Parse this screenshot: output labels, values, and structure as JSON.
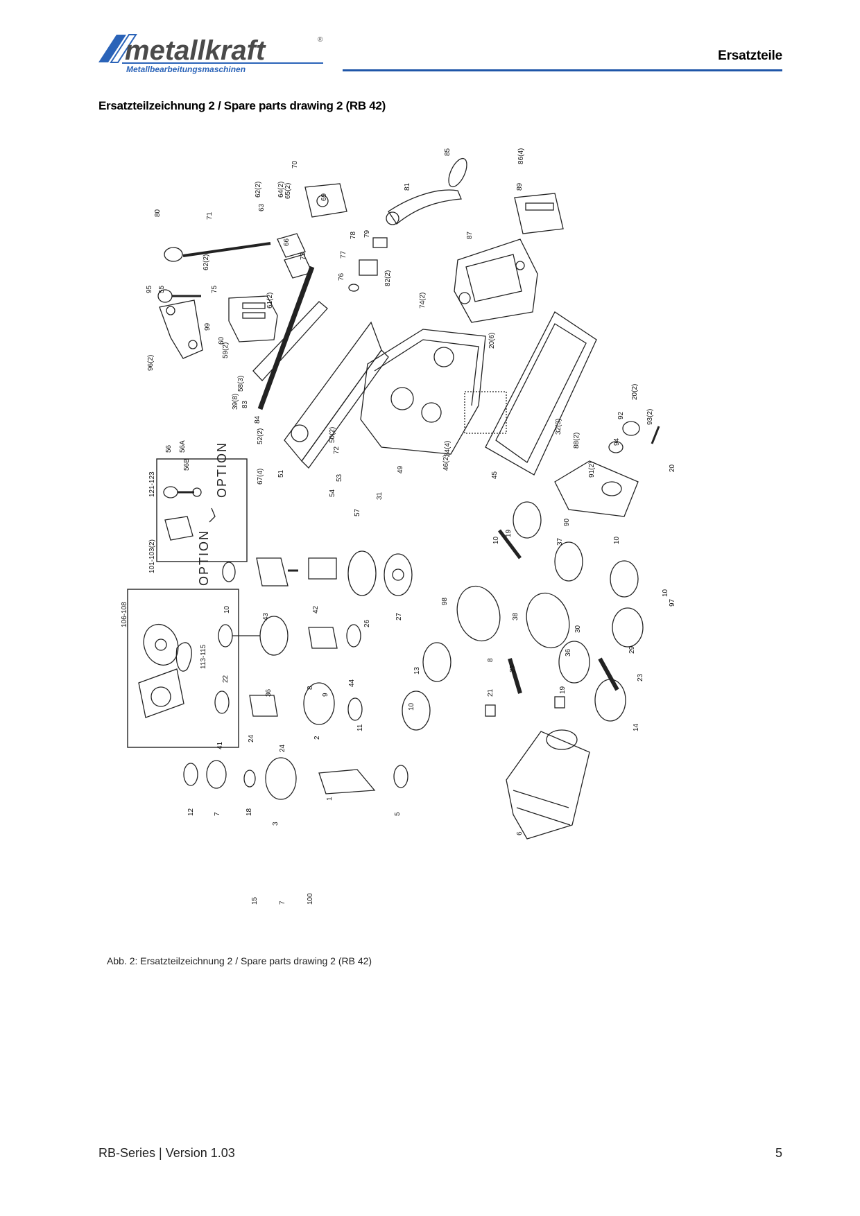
{
  "header": {
    "logo_text": "metallkraft",
    "logo_registered": "®",
    "logo_tagline": "Metallbearbeitungsmaschinen",
    "section": "Ersatzteile",
    "accent_color": "#1f56a8"
  },
  "heading": "Ersatzteilzeichnung 2 / Spare parts drawing 2 (RB 42)",
  "drawing": {
    "option_label": "OPTION",
    "part_labels": [
      "80",
      "71",
      "62(2)",
      "70",
      "64(2)",
      "65(2)",
      "63",
      "66",
      "69",
      "85",
      "86(4)",
      "89",
      "81",
      "78",
      "79",
      "77",
      "76",
      "82(2)",
      "87",
      "95",
      "55",
      "62(2)",
      "75",
      "73",
      "61(2)",
      "99",
      "60",
      "59(2)",
      "74(2)",
      "20(6)",
      "96(2)",
      "58(3)",
      "39(8)",
      "83",
      "84",
      "52(2)",
      "50(2)",
      "56",
      "56A",
      "56B",
      "121-123",
      "67(4)",
      "51",
      "72",
      "53",
      "54",
      "57",
      "31",
      "49",
      "34(4)",
      "46(2)",
      "45",
      "32(3)",
      "92",
      "20(2)",
      "93(2)",
      "94",
      "88(2)",
      "91(2)",
      "20",
      "90",
      "101-103(2)",
      "106-108",
      "113-115",
      "10",
      "43",
      "42",
      "26",
      "27",
      "10",
      "19",
      "37",
      "10",
      "10",
      "97",
      "98",
      "38",
      "30",
      "22",
      "36",
      "8",
      "9",
      "44",
      "13",
      "8",
      "27",
      "36",
      "29",
      "23",
      "10",
      "21",
      "19",
      "41",
      "24",
      "24",
      "2",
      "11",
      "14",
      "12",
      "7",
      "18",
      "3",
      "1",
      "5",
      "6",
      "15",
      "7",
      "100"
    ]
  },
  "caption": "Abb. 2: Ersatzteilzeichnung 2 / Spare parts drawing 2 (RB 42)",
  "footer": {
    "series": "RB-Series | Version 1.03",
    "page_number": "5"
  }
}
